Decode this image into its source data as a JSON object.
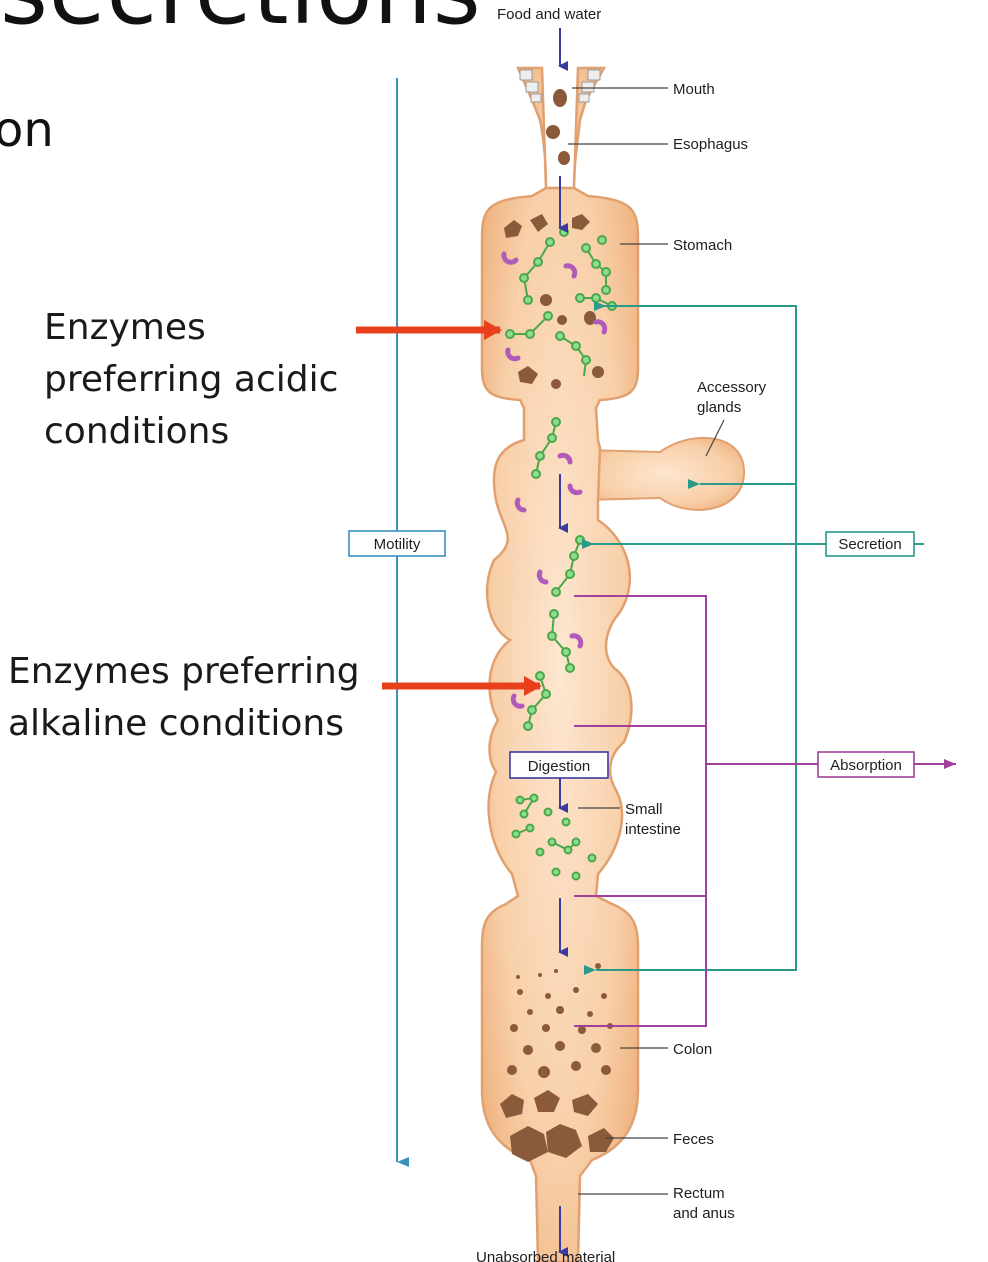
{
  "title": "secretions",
  "title_fragment": "on",
  "annotations": {
    "acidic": "Enzymes\npreferring acidic\nconditions",
    "alkaline": "Enzymes preferring\nalkaline conditions"
  },
  "diagram": {
    "input": "Food and water",
    "output": "Unabsorbed material",
    "organs": {
      "mouth": "Mouth",
      "esophagus": "Esophagus",
      "stomach": "Stomach",
      "accessory_1": "Accessory",
      "accessory_2": "glands",
      "small_intestine_1": "Small",
      "small_intestine_2": "intestine",
      "colon": "Colon",
      "feces": "Feces",
      "rectum_1": "Rectum",
      "rectum_2": "and anus"
    },
    "processes": {
      "motility": "Motility",
      "secretion": "Secretion",
      "digestion": "Digestion",
      "absorption": "Absorption"
    },
    "colors": {
      "tract_fill": "#f5c49a",
      "tract_stroke": "#e0a070",
      "motility": "#3a8fbf",
      "secretion": "#2a9a8a",
      "absorption": "#a0409a",
      "flow": "#3a3aa0",
      "enzyme": "#5abf5a",
      "pointer": "#e8401c"
    }
  }
}
